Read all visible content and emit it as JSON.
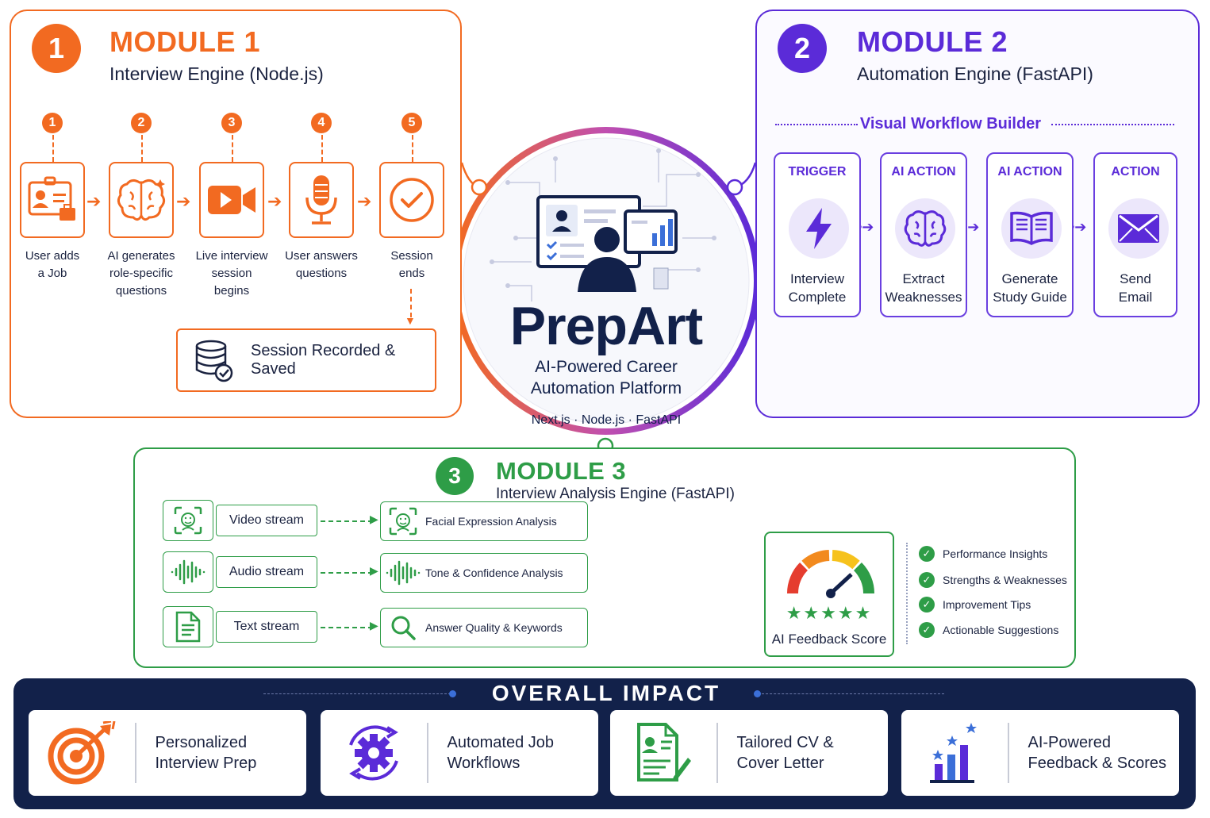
{
  "module1": {
    "number": "1",
    "title": "MODULE 1",
    "subtitle": "Interview Engine (Node.js)",
    "steps": [
      {
        "num": "1",
        "icon": "id-card-icon",
        "label": [
          "User adds",
          "a Job"
        ]
      },
      {
        "num": "2",
        "icon": "brain-icon",
        "label": [
          "AI generates",
          "role-specific",
          "questions"
        ]
      },
      {
        "num": "3",
        "icon": "video-camera-icon",
        "label": [
          "Live interview",
          "session",
          "begins"
        ]
      },
      {
        "num": "4",
        "icon": "microphone-icon",
        "label": [
          "User answers",
          "questions"
        ]
      },
      {
        "num": "5",
        "icon": "check-circle-icon",
        "label": [
          "Session",
          "ends"
        ]
      }
    ],
    "saved_label": "Session Recorded & Saved"
  },
  "module2": {
    "number": "2",
    "title": "MODULE 2",
    "subtitle": "Automation Engine (FastAPI)",
    "builder_label": "Visual Workflow Builder",
    "cards": [
      {
        "type": "TRIGGER",
        "icon": "lightning-icon",
        "label": [
          "Interview",
          "Complete"
        ]
      },
      {
        "type": "AI ACTION",
        "icon": "brain-icon",
        "label": [
          "Extract",
          "Weaknesses"
        ]
      },
      {
        "type": "AI ACTION",
        "icon": "book-icon",
        "label": [
          "Generate",
          "Study Guide"
        ]
      },
      {
        "type": "ACTION",
        "icon": "envelope-icon",
        "label": [
          "Send",
          "Email"
        ]
      }
    ]
  },
  "hub": {
    "name": "PrepArt",
    "tagline": [
      "AI-Powered Career",
      "Automation Platform"
    ],
    "stack": "Next.js · Node.js · FastAPI"
  },
  "module3": {
    "number": "3",
    "title": "MODULE 3",
    "subtitle": "Interview Analysis Engine (FastAPI)",
    "streams": [
      {
        "icon": "face-scan-icon",
        "label": "Video stream",
        "analysis_icon": "face-scan-icon",
        "analysis": "Facial Expression Analysis"
      },
      {
        "icon": "waveform-icon",
        "label": "Audio stream",
        "analysis_icon": "waveform-icon",
        "analysis": "Tone & Confidence Analysis"
      },
      {
        "icon": "document-icon",
        "label": "Text stream",
        "analysis_icon": "magnifier-icon",
        "analysis": "Answer Quality & Keywords"
      }
    ],
    "score_label": "AI Feedback Score",
    "stars": 5,
    "outcomes": [
      "Performance Insights",
      "Strengths & Weaknesses",
      "Improvement Tips",
      "Actionable Suggestions"
    ]
  },
  "impact": {
    "title": "OVERALL IMPACT",
    "items": [
      {
        "icon": "target-icon",
        "label": [
          "Personalized",
          "Interview Prep"
        ]
      },
      {
        "icon": "gear-cycle-icon",
        "label": [
          "Automated Job",
          "Workflows"
        ]
      },
      {
        "icon": "cv-icon",
        "label": [
          "Tailored CV &",
          "Cover Letter"
        ]
      },
      {
        "icon": "bar-chart-stars-icon",
        "label": [
          "AI-Powered",
          "Feedback & Scores"
        ]
      }
    ]
  },
  "colors": {
    "module1": "#f26a21",
    "module2": "#5b2bd8",
    "module3": "#2e9d47",
    "navy": "#12214a"
  }
}
